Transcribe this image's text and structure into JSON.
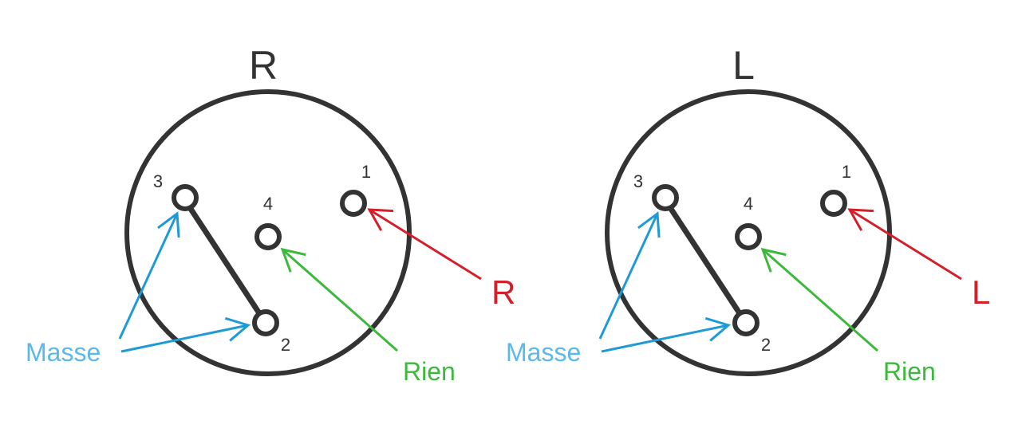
{
  "colors": {
    "outline": "#333333",
    "ground": "#1e9bd7",
    "ground_text": "#5bb8e8",
    "nothing": "#3cb93c",
    "signal": "#d41f2a"
  },
  "connectors": [
    {
      "title": "R",
      "pins": [
        "1",
        "2",
        "3",
        "4"
      ],
      "ground_label": "Masse",
      "nothing_label": "Rien",
      "signal_label": "R"
    },
    {
      "title": "L",
      "pins": [
        "1",
        "2",
        "3",
        "4"
      ],
      "ground_label": "Masse",
      "nothing_label": "Rien",
      "signal_label": "L"
    }
  ]
}
